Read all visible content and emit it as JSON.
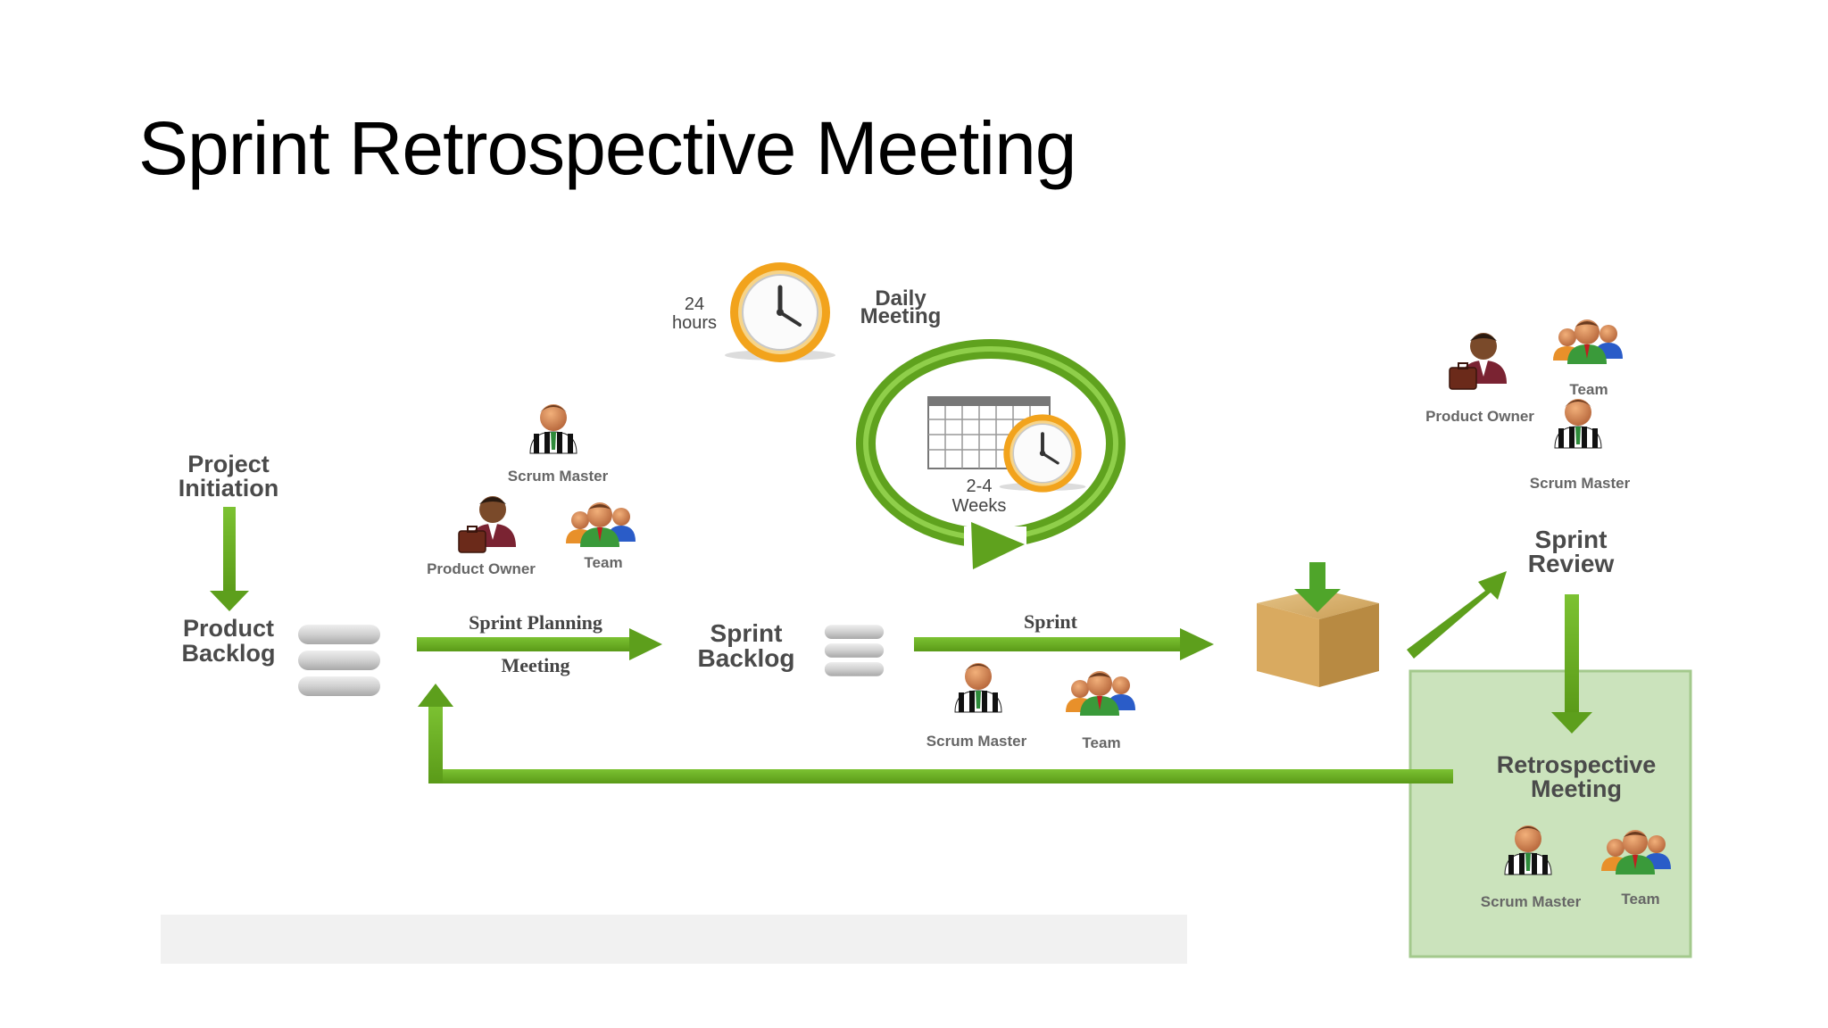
{
  "title": "Sprint Retrospective Meeting",
  "colors": {
    "accent_green": "#6aaa1e",
    "clock_orange": "#f0a020",
    "box_brown": "#c79a52",
    "highlight": "#a8d08d"
  },
  "diagram": {
    "clock_top": {
      "hours_num": "24",
      "hours_word": "hours",
      "label_line1": "Daily",
      "label_line2": "Meeting"
    },
    "cycle": {
      "duration_line1": "2-4",
      "duration_line2": "Weeks"
    },
    "project_initiation": {
      "line1": "Project",
      "line2": "Initiation"
    },
    "product_backlog": {
      "line1": "Product",
      "line2": "Backlog"
    },
    "sprint_planning": {
      "line1": "Sprint Planning",
      "line2": "Meeting"
    },
    "sprint_backlog": {
      "line1": "Sprint",
      "line2": "Backlog"
    },
    "sprint": {
      "label": "Sprint"
    },
    "sprint_review": {
      "line1": "Sprint",
      "line2": "Review"
    },
    "retrospective": {
      "line1": "Retrospective",
      "line2": "Meeting"
    },
    "roles": {
      "scrum_master": "Scrum Master",
      "product_owner": "Product Owner",
      "team": "Team"
    }
  }
}
